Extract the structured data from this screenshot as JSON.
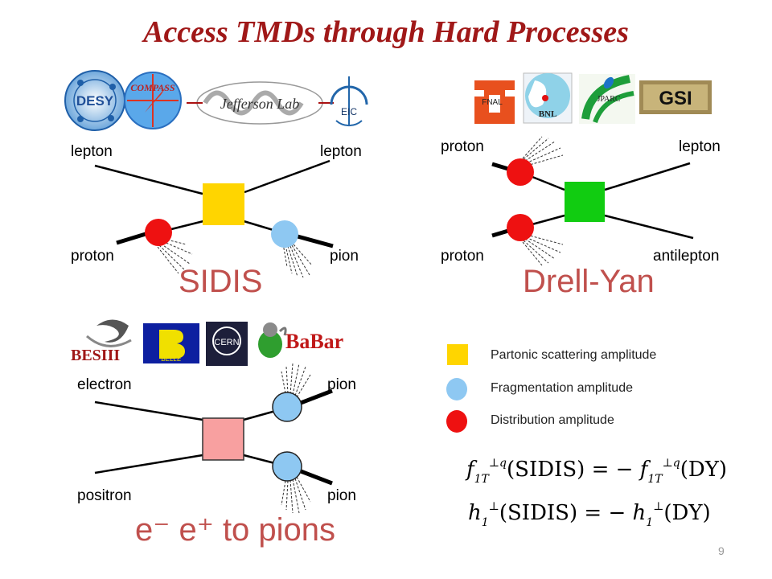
{
  "title": "Access TMDs through Hard Processes",
  "logos": {
    "desy": "DESY",
    "compass": "COMPASS",
    "jlab": "Jefferson Lab",
    "eic": "EIC",
    "fnal": "FNAL",
    "bnl": "BNL",
    "jparc": "JPARC",
    "gsi": "GSI",
    "besiii": "BESIII",
    "belle": "BELLE",
    "cern": "CERN",
    "babar": "BaBar"
  },
  "sidis": {
    "label": "SIDIS",
    "lepton_in": "lepton",
    "lepton_out": "lepton",
    "proton": "proton",
    "pion": "pion"
  },
  "drellyan": {
    "label": "Drell-Yan",
    "proton_top": "proton",
    "proton_bottom": "proton",
    "lepton": "lepton",
    "antilepton": "antilepton"
  },
  "ee": {
    "label": "e⁻ e⁺ to pions",
    "electron": "electron",
    "positron": "positron",
    "pion_top": "pion",
    "pion_bottom": "pion"
  },
  "legend": {
    "partonic": "Partonic scattering amplitude",
    "fragmentation": "Fragmentation amplitude",
    "distribution": "Distribution amplitude"
  },
  "formulas": {
    "f1": "f",
    "f1_sub": "1T",
    "f1_sup": "⊥q",
    "f1_left": "(SIDIS) = −",
    "f1_right": "(DY)",
    "h1": "h",
    "h1_sub": "1",
    "h1_sup": "⊥",
    "h1_left": "(SIDIS) = −",
    "h1_right": "(DY)"
  },
  "colors": {
    "partonic": "#ffd500",
    "fragmentation": "#8ec8f2",
    "distribution": "#ee1111",
    "dy_box": "#11cc11",
    "ee_box": "#f8a0a0"
  },
  "page_number": "9"
}
